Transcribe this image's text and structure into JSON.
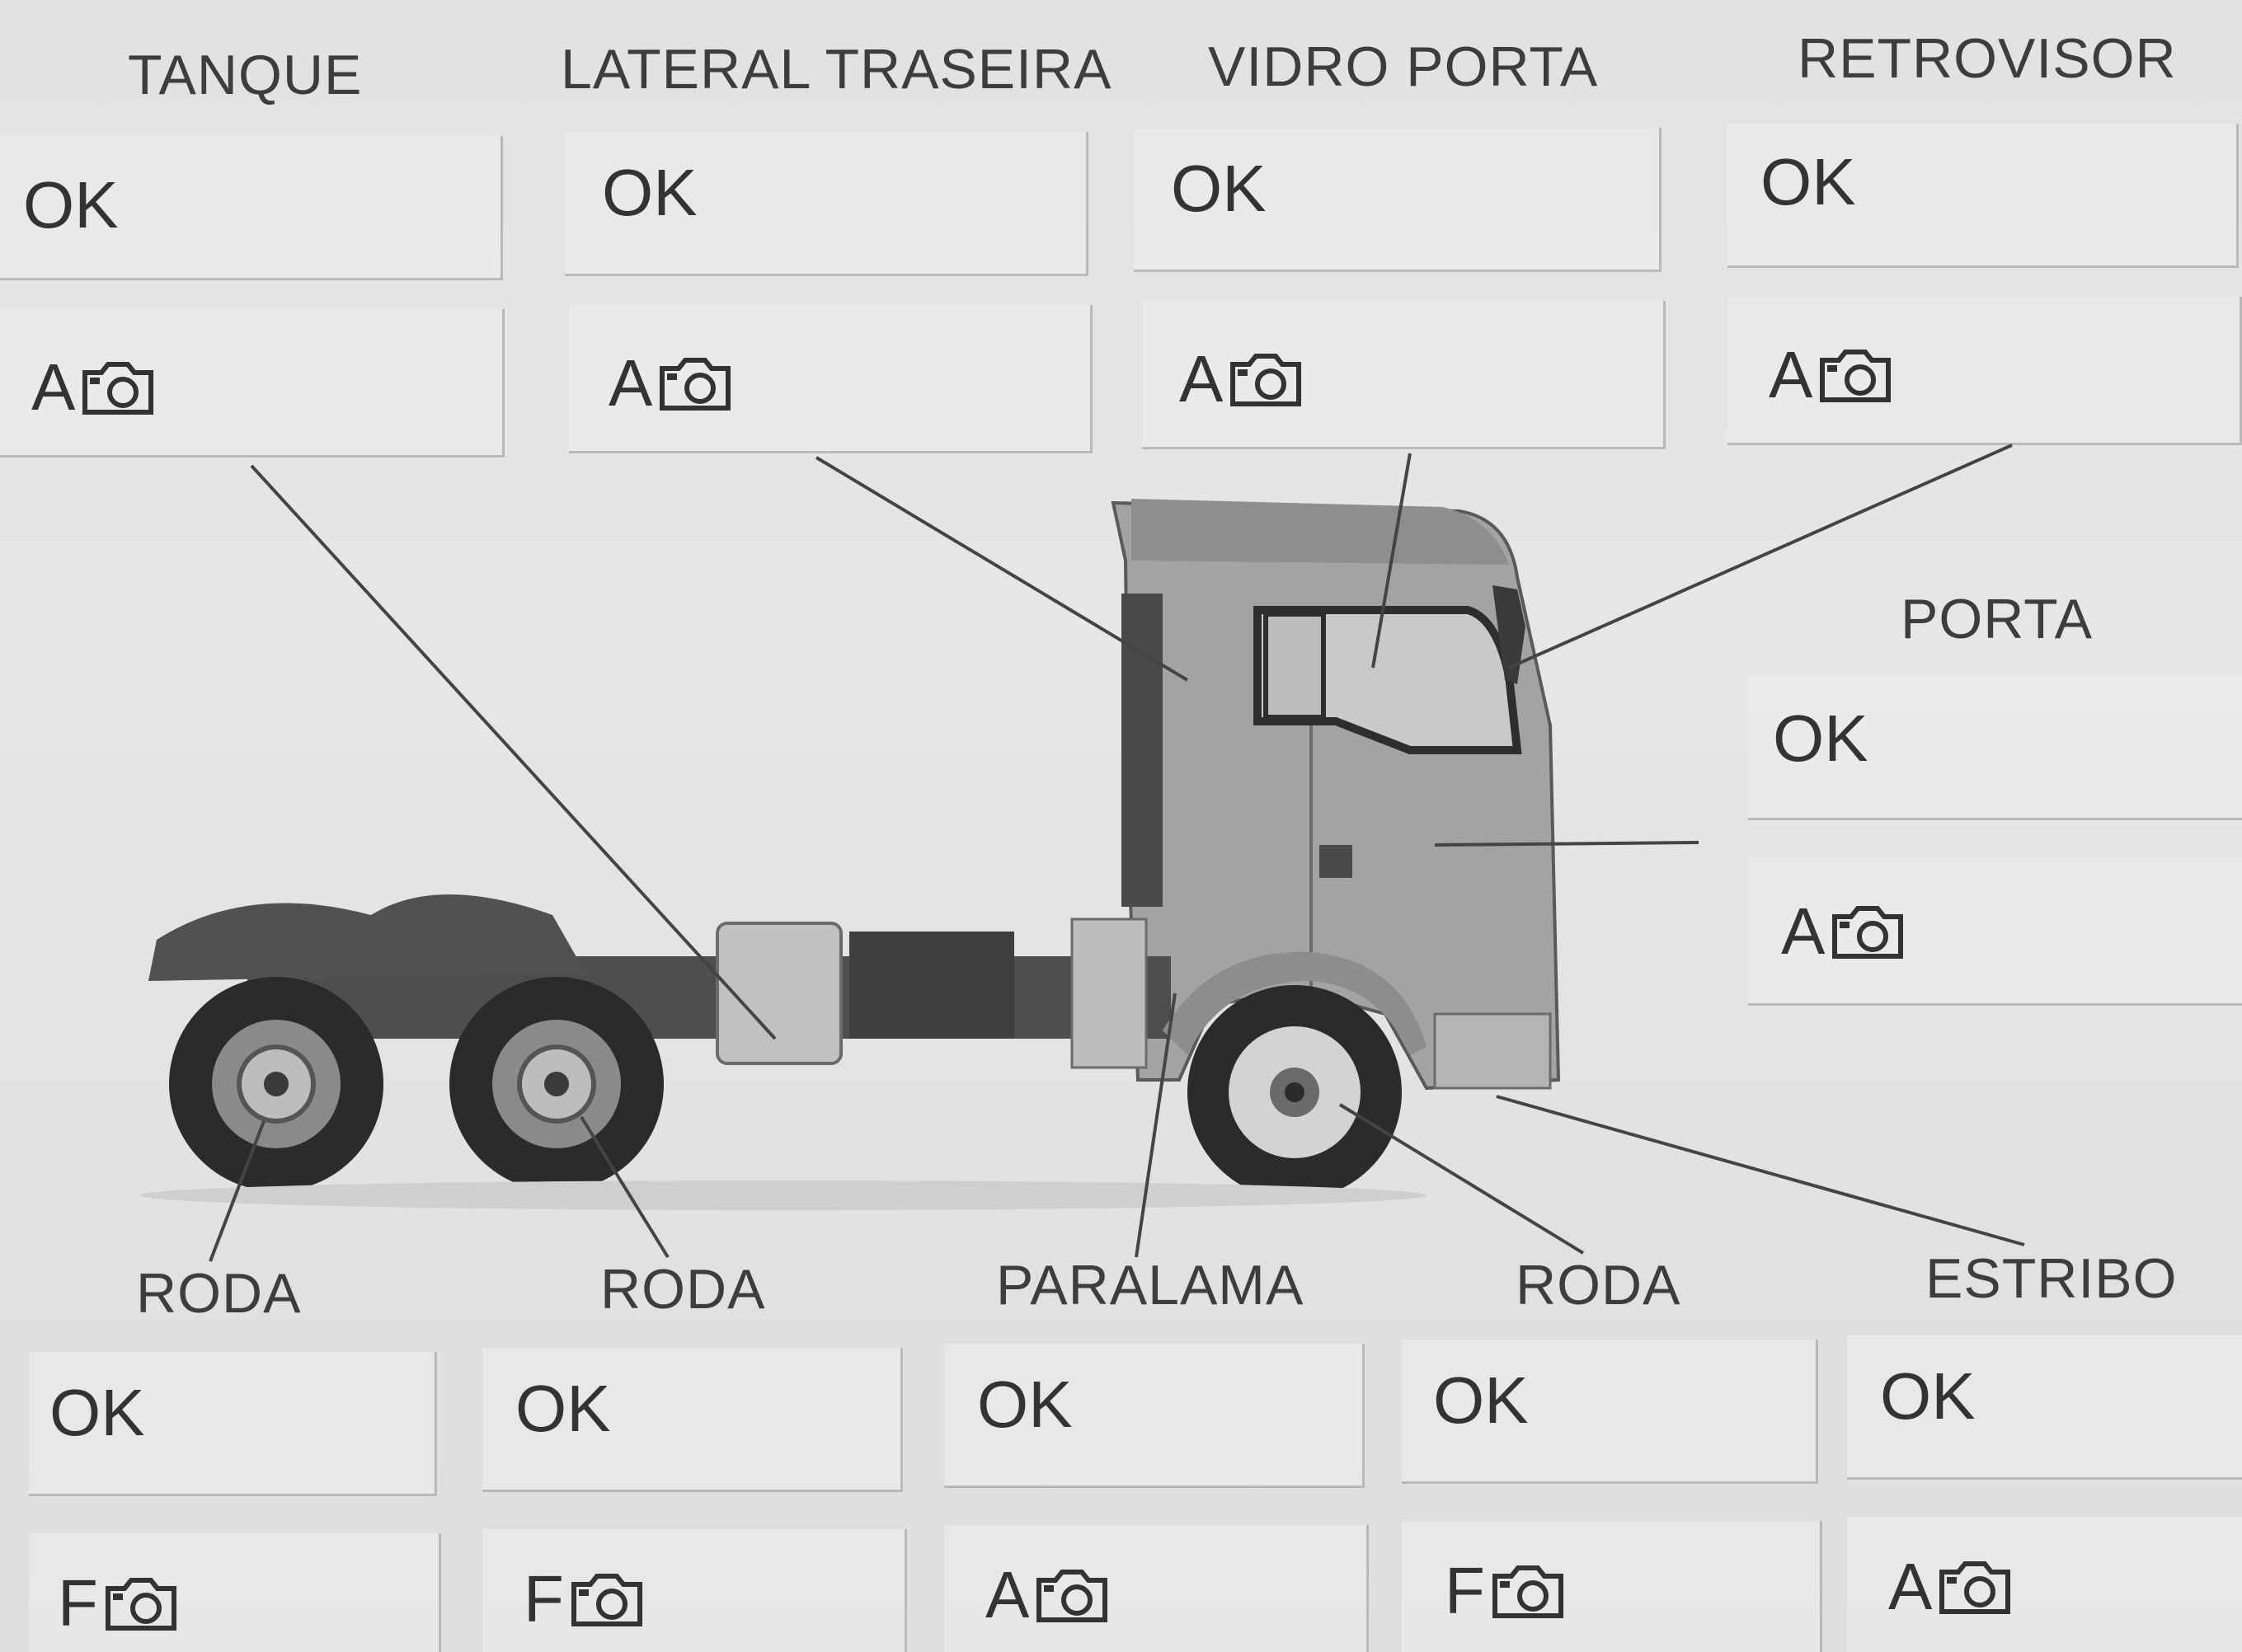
{
  "top_sections": [
    {
      "label": "TANQUE",
      "status": "OK",
      "grade": "A",
      "icon": "camera-icon"
    },
    {
      "label": "LATERAL TRASEIRA",
      "status": "OK",
      "grade": "A",
      "icon": "camera-icon"
    },
    {
      "label": "VIDRO PORTA",
      "status": "OK",
      "grade": "A",
      "icon": "camera-icon"
    },
    {
      "label": "RETROVISOR",
      "status": "OK",
      "grade": "A",
      "icon": "camera-icon"
    }
  ],
  "side_section": {
    "label": "PORTA",
    "status": "OK",
    "grade": "A",
    "icon": "camera-icon"
  },
  "bottom_sections": [
    {
      "label": "RODA",
      "status": "OK",
      "grade": "F",
      "icon": "camera-icon"
    },
    {
      "label": "RODA",
      "status": "OK",
      "grade": "F",
      "icon": "camera-icon"
    },
    {
      "label": "PARALAMA",
      "status": "OK",
      "grade": "A",
      "icon": "camera-icon"
    },
    {
      "label": "RODA",
      "status": "OK",
      "grade": "F",
      "icon": "camera-icon"
    },
    {
      "label": "ESTRIBO",
      "status": "OK",
      "grade": "A",
      "icon": "camera-icon"
    }
  ],
  "colors": {
    "background": "#e3e3e5",
    "text": "#333333",
    "divider": "#b9b9bb",
    "truck": "#8f8f91"
  }
}
